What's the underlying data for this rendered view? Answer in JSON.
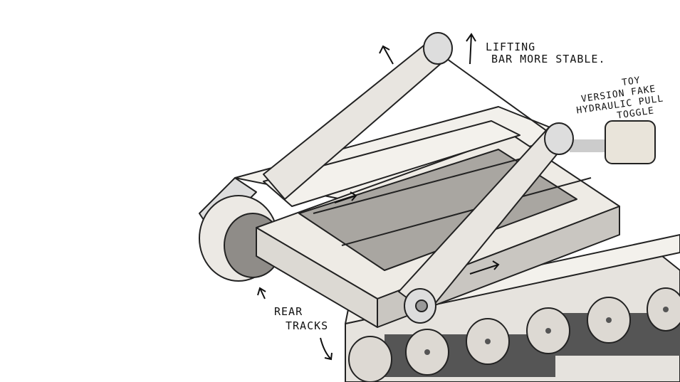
{
  "annotations": {
    "lifting_bar": [
      "LIFTING",
      "BAR MORE STABLE."
    ],
    "toggle": [
      "TOY",
      "VERSION FAKE",
      "HYDRAULIC PULL",
      "TOGGLE"
    ],
    "rear_tracks": [
      "REAR",
      "TRACKS"
    ]
  },
  "colors": {
    "ink": "#222222",
    "light": "#efece6",
    "mid": "#c9c6c1",
    "dark": "#8f8c88",
    "shadow": "#555555"
  }
}
